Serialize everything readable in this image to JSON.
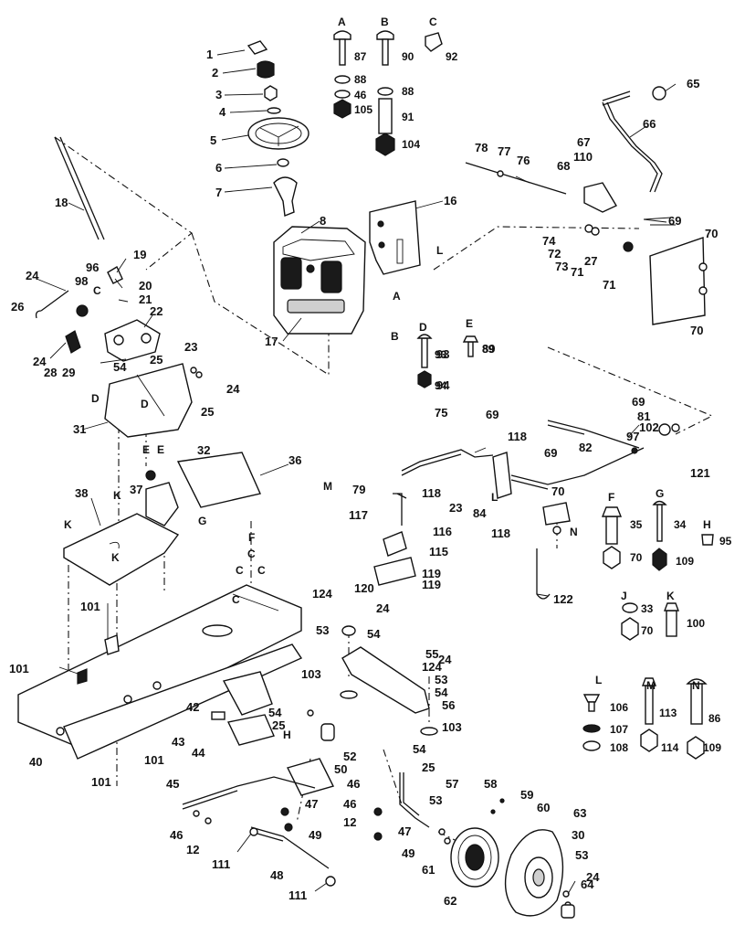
{
  "callouts": [
    {
      "id": "c1",
      "text": "1"
    },
    {
      "id": "c2",
      "text": "2"
    },
    {
      "id": "c3",
      "text": "3"
    },
    {
      "id": "c4",
      "text": "4"
    },
    {
      "id": "c5",
      "text": "5"
    },
    {
      "id": "c6",
      "text": "6"
    },
    {
      "id": "c7",
      "text": "7"
    },
    {
      "id": "c8",
      "text": "8"
    },
    {
      "id": "c16",
      "text": "16"
    },
    {
      "id": "c17",
      "text": "17"
    },
    {
      "id": "c18",
      "text": "18"
    },
    {
      "id": "c19",
      "text": "19"
    },
    {
      "id": "c20",
      "text": "20"
    },
    {
      "id": "c21",
      "text": "21"
    },
    {
      "id": "c22",
      "text": "22"
    },
    {
      "id": "c23a",
      "text": "23"
    },
    {
      "id": "c24a",
      "text": "24"
    },
    {
      "id": "c24b",
      "text": "24"
    },
    {
      "id": "c24c",
      "text": "24"
    },
    {
      "id": "c25a",
      "text": "25"
    },
    {
      "id": "c25b",
      "text": "25"
    },
    {
      "id": "c26",
      "text": "26"
    },
    {
      "id": "c28",
      "text": "28"
    },
    {
      "id": "c29",
      "text": "29"
    },
    {
      "id": "c31",
      "text": "31"
    },
    {
      "id": "c32",
      "text": "32"
    },
    {
      "id": "c36",
      "text": "36"
    },
    {
      "id": "c37",
      "text": "37"
    },
    {
      "id": "c38",
      "text": "38"
    },
    {
      "id": "c54a",
      "text": "54"
    },
    {
      "id": "c96",
      "text": "96"
    },
    {
      "id": "c98",
      "text": "98"
    },
    {
      "id": "c65",
      "text": "65"
    },
    {
      "id": "c66",
      "text": "66"
    },
    {
      "id": "c67",
      "text": "67"
    },
    {
      "id": "c110",
      "text": "110"
    },
    {
      "id": "c68",
      "text": "68"
    },
    {
      "id": "c78",
      "text": "78"
    },
    {
      "id": "c77",
      "text": "77"
    },
    {
      "id": "c76",
      "text": "76"
    },
    {
      "id": "c69a",
      "text": "69"
    },
    {
      "id": "c70a",
      "text": "70"
    },
    {
      "id": "c70b",
      "text": "70"
    },
    {
      "id": "c74",
      "text": "74"
    },
    {
      "id": "c72",
      "text": "72"
    },
    {
      "id": "c73",
      "text": "73"
    },
    {
      "id": "c71a",
      "text": "71"
    },
    {
      "id": "c27",
      "text": "27"
    },
    {
      "id": "c71b",
      "text": "71"
    },
    {
      "id": "c75",
      "text": "75"
    },
    {
      "id": "c69b",
      "text": "69"
    },
    {
      "id": "c118a",
      "text": "118"
    },
    {
      "id": "c69c",
      "text": "69"
    },
    {
      "id": "c69d",
      "text": "69"
    },
    {
      "id": "c81",
      "text": "81"
    },
    {
      "id": "c97",
      "text": "97"
    },
    {
      "id": "c102",
      "text": "102"
    },
    {
      "id": "c82",
      "text": "82"
    },
    {
      "id": "c121",
      "text": "121"
    },
    {
      "id": "c79",
      "text": "79"
    },
    {
      "id": "c118b",
      "text": "118"
    },
    {
      "id": "c23b",
      "text": "23"
    },
    {
      "id": "c84",
      "text": "84"
    },
    {
      "id": "c118c",
      "text": "118"
    },
    {
      "id": "c70c",
      "text": "70"
    },
    {
      "id": "c117",
      "text": "117"
    },
    {
      "id": "c116",
      "text": "116"
    },
    {
      "id": "c115",
      "text": "115"
    },
    {
      "id": "c119a",
      "text": "119"
    },
    {
      "id": "c119b",
      "text": "119"
    },
    {
      "id": "c120",
      "text": "120"
    },
    {
      "id": "c122",
      "text": "122"
    },
    {
      "id": "c93",
      "text": "93"
    },
    {
      "id": "c94",
      "text": "94"
    },
    {
      "id": "c89",
      "text": "89"
    },
    {
      "id": "c124a",
      "text": "124"
    },
    {
      "id": "c24d",
      "text": "24"
    },
    {
      "id": "c53a",
      "text": "53"
    },
    {
      "id": "c54b",
      "text": "54"
    },
    {
      "id": "c101a",
      "text": "101"
    },
    {
      "id": "c101b",
      "text": "101"
    },
    {
      "id": "c101c",
      "text": "101"
    },
    {
      "id": "c101d",
      "text": "101"
    },
    {
      "id": "c40",
      "text": "40"
    },
    {
      "id": "c42",
      "text": "42"
    },
    {
      "id": "c43",
      "text": "43"
    },
    {
      "id": "c44",
      "text": "44"
    },
    {
      "id": "c103a",
      "text": "103"
    },
    {
      "id": "c54c",
      "text": "54"
    },
    {
      "id": "c25c",
      "text": "25"
    },
    {
      "id": "c52",
      "text": "52"
    },
    {
      "id": "c55",
      "text": "55"
    },
    {
      "id": "c124b",
      "text": "124"
    },
    {
      "id": "c24e",
      "text": "24"
    },
    {
      "id": "c53b",
      "text": "53"
    },
    {
      "id": "c54d",
      "text": "54"
    },
    {
      "id": "c56",
      "text": "56"
    },
    {
      "id": "c103b",
      "text": "103"
    },
    {
      "id": "c54e",
      "text": "54"
    },
    {
      "id": "c25d",
      "text": "25"
    },
    {
      "id": "c45",
      "text": "45"
    },
    {
      "id": "c50",
      "text": "50"
    },
    {
      "id": "c46a",
      "text": "46"
    },
    {
      "id": "c47a",
      "text": "47"
    },
    {
      "id": "c46b",
      "text": "46"
    },
    {
      "id": "c12a",
      "text": "12"
    },
    {
      "id": "c49a",
      "text": "49"
    },
    {
      "id": "c46c",
      "text": "46"
    },
    {
      "id": "c12b",
      "text": "12"
    },
    {
      "id": "c57",
      "text": "57"
    },
    {
      "id": "c53c",
      "text": "53"
    },
    {
      "id": "c58",
      "text": "58"
    },
    {
      "id": "c59",
      "text": "59"
    },
    {
      "id": "c60",
      "text": "60"
    },
    {
      "id": "c63",
      "text": "63"
    },
    {
      "id": "c30",
      "text": "30"
    },
    {
      "id": "c47b",
      "text": "47"
    },
    {
      "id": "c49b",
      "text": "49"
    },
    {
      "id": "c61",
      "text": "61"
    },
    {
      "id": "c62",
      "text": "62"
    },
    {
      "id": "c53d",
      "text": "53"
    },
    {
      "id": "c24f",
      "text": "24"
    },
    {
      "id": "c64",
      "text": "64"
    },
    {
      "id": "c111a",
      "text": "111"
    },
    {
      "id": "c48",
      "text": "48"
    },
    {
      "id": "c111b",
      "text": "111"
    }
  ],
  "legend": {
    "A": {
      "letter": "A",
      "items": [
        {
          "num": "87"
        },
        {
          "num": "88"
        },
        {
          "num": "46"
        },
        {
          "num": "105"
        }
      ]
    },
    "B": {
      "letter": "B",
      "items": [
        {
          "num": "90"
        },
        {
          "num": "88"
        },
        {
          "num": "91"
        },
        {
          "num": "104"
        }
      ]
    },
    "C": {
      "letter": "C",
      "items": [
        {
          "num": "92"
        }
      ]
    },
    "D": {
      "letter": "D",
      "items": [
        {
          "num": "93"
        },
        {
          "num": "94"
        }
      ]
    },
    "E": {
      "letter": "E",
      "items": [
        {
          "num": "89"
        }
      ]
    },
    "F": {
      "letter": "F",
      "items": [
        {
          "num": "35"
        },
        {
          "num": "70"
        }
      ]
    },
    "G": {
      "letter": "G",
      "items": [
        {
          "num": "34"
        },
        {
          "num": "109"
        }
      ]
    },
    "H": {
      "letter": "H",
      "items": [
        {
          "num": "95"
        }
      ]
    },
    "J": {
      "letter": "J",
      "items": [
        {
          "num": "33"
        },
        {
          "num": "70"
        }
      ]
    },
    "K": {
      "letter": "K",
      "items": [
        {
          "num": "100"
        }
      ]
    },
    "L": {
      "letter": "L",
      "items": [
        {
          "num": "106"
        },
        {
          "num": "107"
        },
        {
          "num": "108"
        }
      ]
    },
    "M": {
      "letter": "M",
      "items": [
        {
          "num": "113"
        },
        {
          "num": "114"
        }
      ]
    },
    "N": {
      "letter": "N",
      "items": [
        {
          "num": "86"
        },
        {
          "num": "109"
        }
      ]
    }
  },
  "refs": [
    {
      "id": "r1",
      "text": "A"
    },
    {
      "id": "r2",
      "text": "B"
    },
    {
      "id": "r3",
      "text": "L"
    },
    {
      "id": "r4",
      "text": "C"
    },
    {
      "id": "r5",
      "text": "D"
    },
    {
      "id": "r6",
      "text": "D"
    },
    {
      "id": "r7",
      "text": "E"
    },
    {
      "id": "r8",
      "text": "E"
    },
    {
      "id": "r9",
      "text": "G"
    },
    {
      "id": "r10",
      "text": "K"
    },
    {
      "id": "r11",
      "text": "K"
    },
    {
      "id": "r12",
      "text": "K"
    },
    {
      "id": "r13",
      "text": "F"
    },
    {
      "id": "r14",
      "text": "C"
    },
    {
      "id": "r15",
      "text": "C"
    },
    {
      "id": "r16",
      "text": "C"
    },
    {
      "id": "r17",
      "text": "M"
    },
    {
      "id": "r18",
      "text": "L"
    },
    {
      "id": "r19",
      "text": "N"
    },
    {
      "id": "r20",
      "text": "H"
    },
    {
      "id": "r21",
      "text": "C"
    }
  ]
}
